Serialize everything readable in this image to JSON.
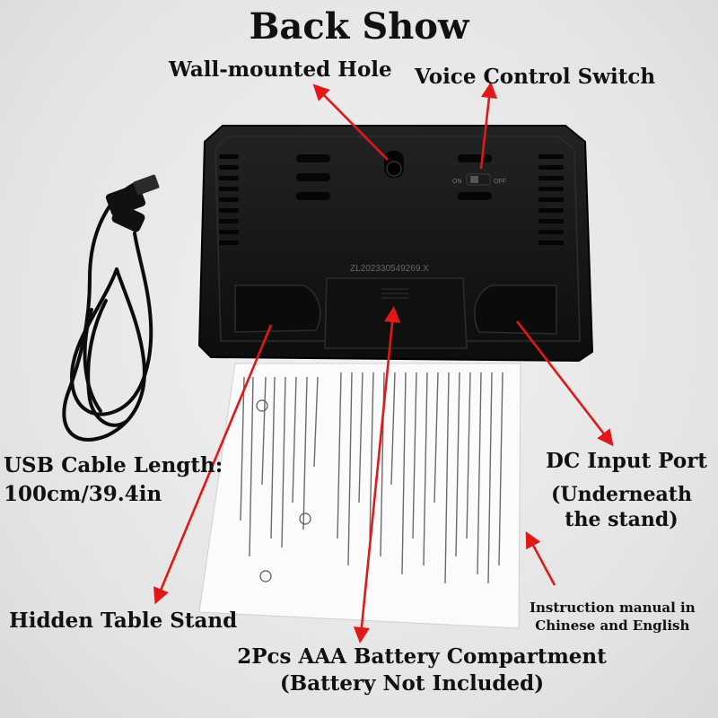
{
  "title": "Back Show",
  "callouts": {
    "wall_hole": "Wall-mounted Hole",
    "voice_switch": "Voice Control Switch",
    "usb_cable_line1": "USB Cable Length:",
    "usb_cable_line2": "100cm/39.4in",
    "dc_port": "DC Input Port",
    "dc_note_line1": "(Underneath",
    "dc_note_line2": "the stand)",
    "manual_line1": "Instruction manual in",
    "manual_line2": "Chinese and English",
    "table_stand": "Hidden Table Stand",
    "battery_line1": "2Pcs AAA Battery Compartment",
    "battery_line2": "(Battery Not Included)"
  },
  "device": {
    "switch_on": "ON",
    "switch_off": "OFF",
    "serial": "ZL202330549269.X"
  },
  "colors": {
    "arrow": "#e01818",
    "device": "#151515",
    "background": "#e6e6e6"
  }
}
